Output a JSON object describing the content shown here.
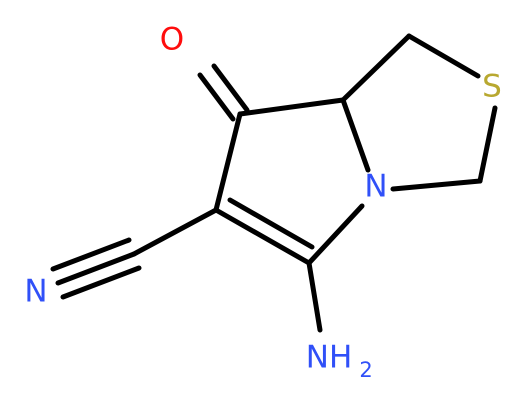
{
  "molecule": {
    "atoms": {
      "oxygen": {
        "label": "O",
        "color": "#ff0d0d"
      },
      "sulfur": {
        "label": "S",
        "color": "#b8a830"
      },
      "nitrogen_ring": {
        "label": "N",
        "color": "#3050f8"
      },
      "nitrogen_nitrile": {
        "label": "N",
        "color": "#3050f8"
      },
      "amine": {
        "label": "NH",
        "subscript": "2",
        "color": "#3050f8"
      }
    },
    "bond_color": "#000000"
  }
}
